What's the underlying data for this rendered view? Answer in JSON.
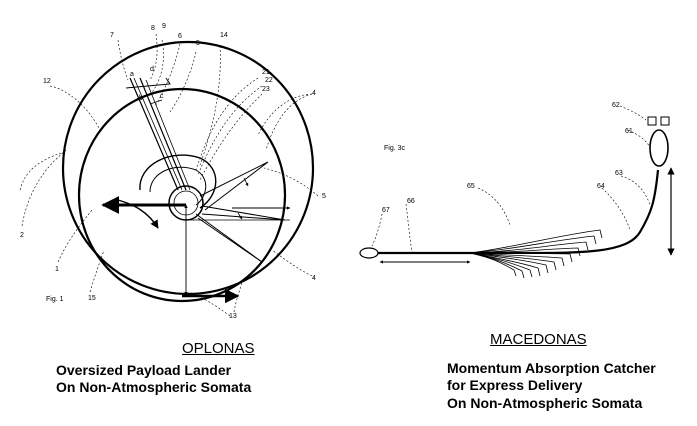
{
  "left_figure": {
    "fig_label": "Fig. 1",
    "ref_numbers": [
      "1",
      "2",
      "4",
      "4",
      "5",
      "6",
      "7",
      "8",
      "9",
      "10",
      "12",
      "13",
      "14",
      "15",
      "21",
      "22",
      "23"
    ],
    "letters": [
      "a",
      "b",
      "c",
      "d"
    ],
    "caption_title": "OPLONAS",
    "caption_lines": [
      "Oversized Payload Lander",
      "On Non-Atmospheric Somata"
    ]
  },
  "right_figure": {
    "fig_label": "Fig. 3c",
    "ref_numbers": [
      "61",
      "62",
      "63",
      "64",
      "65",
      "66",
      "67"
    ],
    "caption_title": "MACEDONAS",
    "caption_lines": [
      "Momentum Absorption Catcher",
      "for Express Delivery",
      "On Non-Atmospheric Somata"
    ]
  }
}
